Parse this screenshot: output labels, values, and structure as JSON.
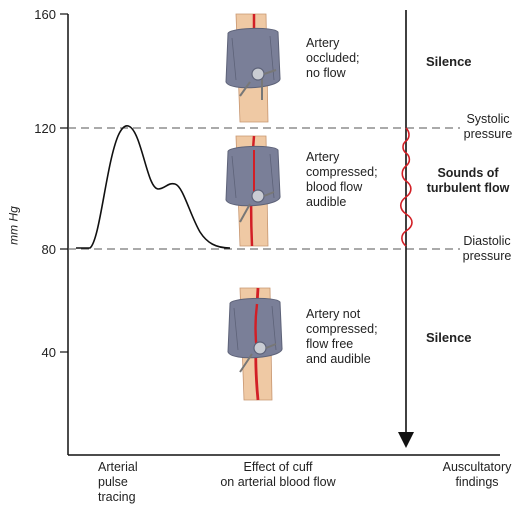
{
  "colors": {
    "axis": "#111111",
    "dashed_line": "#555555",
    "pulse_wave": "#111111",
    "artery": "#d21f26",
    "cuff": "#7a7f98",
    "cuff_dark": "#5d6278",
    "arm_skin": "#efc9a4",
    "arm_shadow": "#d9a77d",
    "gauge": "#8a8e99"
  },
  "axis": {
    "ylabel": "mm Hg",
    "ticks": [
      "160",
      "120",
      "80",
      "40"
    ]
  },
  "cuff_panels": [
    {
      "label": "Artery\noccluded;\nno flow",
      "artery": "occluded",
      "icon": "arm-cuff-occluded-illustration"
    },
    {
      "label": "Artery\ncompressed;\nblood flow\naudible",
      "artery": "compressed",
      "icon": "arm-cuff-compressed-illustration"
    },
    {
      "label": "Artery not\ncompressed;\nflow free\nand audible",
      "artery": "open",
      "icon": "arm-cuff-open-illustration"
    }
  ],
  "pressure_lines": {
    "systolic": "Systolic\npressure",
    "diastolic": "Diastolic\npressure"
  },
  "auscultatory": {
    "top": "Silence",
    "middle": "Sounds of\nturbulent flow",
    "bottom": "Silence"
  },
  "column_labels": {
    "pulse": "Arterial\npulse\ntracing",
    "cuff": "Effect of cuff\non arterial blood flow",
    "findings": "Auscultatory\nfindings"
  }
}
